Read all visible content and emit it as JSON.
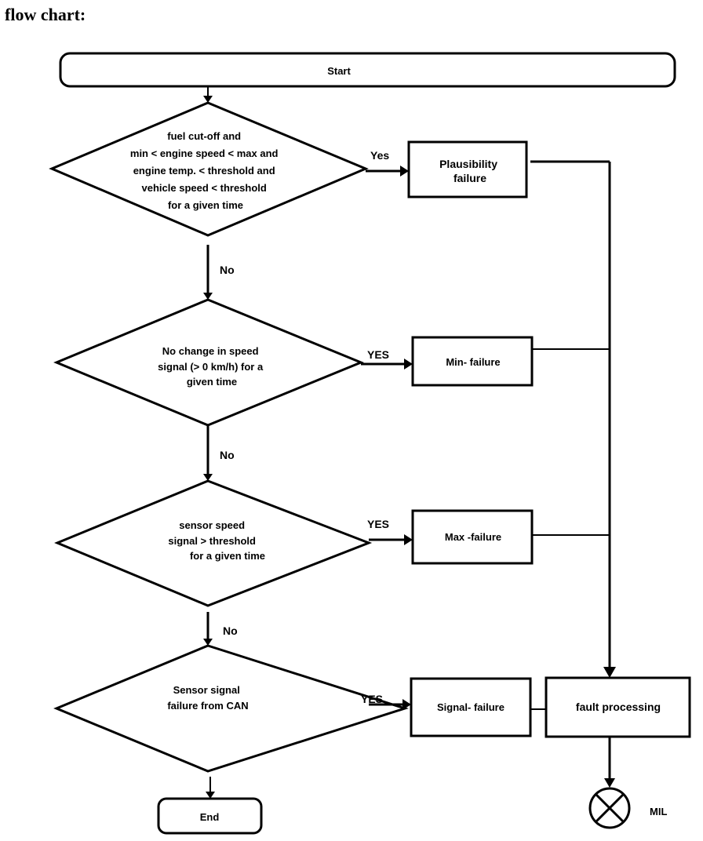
{
  "heading": "flow chart:",
  "start_label": "Start",
  "end_label": "End",
  "decisions": [
    {
      "lines": [
        "fuel cut-off and",
        "min < engine speed < max and",
        "engine temp. < threshold and",
        "vehicle speed < threshold",
        "for a given time"
      ],
      "yes_label": "Yes",
      "no_label": "No"
    },
    {
      "lines": [
        "No change in speed",
        "signal (> 0 km/h) for a",
        "given time"
      ],
      "yes_label": "YES",
      "no_label": "No"
    },
    {
      "lines": [
        "sensor speed",
        "signal  > threshold",
        "for a given time"
      ],
      "yes_label": "YES",
      "no_label": "No"
    },
    {
      "lines": [
        "Sensor signal",
        "failure from CAN"
      ],
      "yes_label": "YES"
    }
  ],
  "failures": [
    {
      "lines": [
        "Plausibility",
        "failure"
      ]
    },
    {
      "lines": [
        "Min- failure"
      ]
    },
    {
      "lines": [
        "Max -failure"
      ]
    },
    {
      "lines": [
        "Signal- failure"
      ]
    }
  ],
  "fault_processing_label": "fault processing",
  "mil_label": "MIL"
}
